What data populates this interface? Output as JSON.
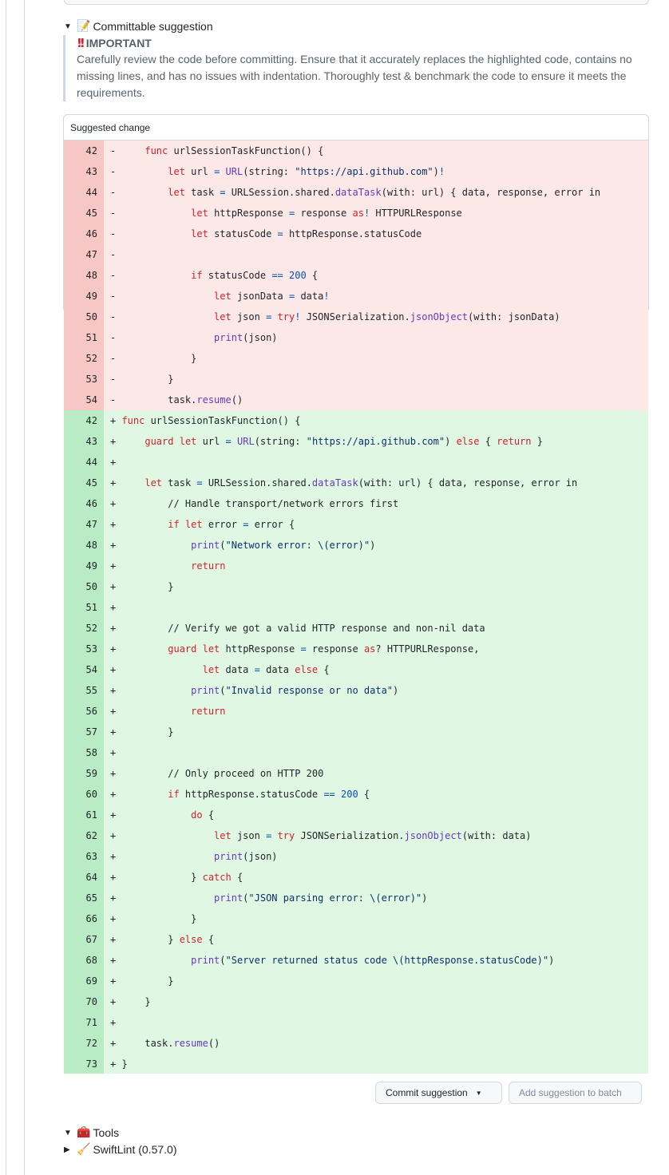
{
  "committable": {
    "label": "Committable suggestion",
    "icon": "memo-icon"
  },
  "alert": {
    "title": "IMPORTANT",
    "icon": "double-exclamation-icon",
    "body": "Carefully review the code before committing. Ensure that it accurately replaces the highlighted code, contains no missing lines, and has no issues with indentation. Thoroughly test & benchmark the code to ensure it meets the requirements."
  },
  "suggested_change": {
    "header": "Suggested change"
  },
  "diff_lines": [
    {
      "type": "del",
      "num": "42",
      "sign": "-",
      "code": "    func urlSessionTaskFunction() {"
    },
    {
      "type": "del",
      "num": "43",
      "sign": "-",
      "code": "        let url = URL(string: \"https://api.github.com\")!"
    },
    {
      "type": "del",
      "num": "44",
      "sign": "-",
      "code": "        let task = URLSession.shared.dataTask(with: url) { data, response, error in"
    },
    {
      "type": "del",
      "num": "45",
      "sign": "-",
      "code": "            let httpResponse = response as! HTTPURLResponse"
    },
    {
      "type": "del",
      "num": "46",
      "sign": "-",
      "code": "            let statusCode = httpResponse.statusCode"
    },
    {
      "type": "del",
      "num": "47",
      "sign": "-",
      "code": ""
    },
    {
      "type": "del",
      "num": "48",
      "sign": "-",
      "code": "            if statusCode == 200 {"
    },
    {
      "type": "del",
      "num": "49",
      "sign": "-",
      "code": "                let jsonData = data!"
    },
    {
      "type": "del",
      "num": "50",
      "sign": "-",
      "code": "                let json = try! JSONSerialization.jsonObject(with: jsonData)"
    },
    {
      "type": "del",
      "num": "51",
      "sign": "-",
      "code": "                print(json)"
    },
    {
      "type": "del",
      "num": "52",
      "sign": "-",
      "code": "            }"
    },
    {
      "type": "del",
      "num": "53",
      "sign": "-",
      "code": "        }"
    },
    {
      "type": "del",
      "num": "54",
      "sign": "-",
      "code": "        task.resume()"
    },
    {
      "type": "add",
      "num": "42",
      "sign": "+",
      "code": "func urlSessionTaskFunction() {"
    },
    {
      "type": "add",
      "num": "43",
      "sign": "+",
      "code": "    guard let url = URL(string: \"https://api.github.com\") else { return }"
    },
    {
      "type": "add",
      "num": "44",
      "sign": "+",
      "code": ""
    },
    {
      "type": "add",
      "num": "45",
      "sign": "+",
      "code": "    let task = URLSession.shared.dataTask(with: url) { data, response, error in"
    },
    {
      "type": "add",
      "num": "46",
      "sign": "+",
      "code": "        // Handle transport/network errors first"
    },
    {
      "type": "add",
      "num": "47",
      "sign": "+",
      "code": "        if let error = error {"
    },
    {
      "type": "add",
      "num": "48",
      "sign": "+",
      "code": "            print(\"Network error: \\(error)\")"
    },
    {
      "type": "add",
      "num": "49",
      "sign": "+",
      "code": "            return"
    },
    {
      "type": "add",
      "num": "50",
      "sign": "+",
      "code": "        }"
    },
    {
      "type": "add",
      "num": "51",
      "sign": "+",
      "code": ""
    },
    {
      "type": "add",
      "num": "52",
      "sign": "+",
      "code": "        // Verify we got a valid HTTP response and non-nil data"
    },
    {
      "type": "add",
      "num": "53",
      "sign": "+",
      "code": "        guard let httpResponse = response as? HTTPURLResponse,"
    },
    {
      "type": "add",
      "num": "54",
      "sign": "+",
      "code": "              let data = data else {"
    },
    {
      "type": "add",
      "num": "55",
      "sign": "+",
      "code": "            print(\"Invalid response or no data\")"
    },
    {
      "type": "add",
      "num": "56",
      "sign": "+",
      "code": "            return"
    },
    {
      "type": "add",
      "num": "57",
      "sign": "+",
      "code": "        }"
    },
    {
      "type": "add",
      "num": "58",
      "sign": "+",
      "code": ""
    },
    {
      "type": "add",
      "num": "59",
      "sign": "+",
      "code": "        // Only proceed on HTTP 200"
    },
    {
      "type": "add",
      "num": "60",
      "sign": "+",
      "code": "        if httpResponse.statusCode == 200 {"
    },
    {
      "type": "add",
      "num": "61",
      "sign": "+",
      "code": "            do {"
    },
    {
      "type": "add",
      "num": "62",
      "sign": "+",
      "code": "                let json = try JSONSerialization.jsonObject(with: data)"
    },
    {
      "type": "add",
      "num": "63",
      "sign": "+",
      "code": "                print(json)"
    },
    {
      "type": "add",
      "num": "64",
      "sign": "+",
      "code": "            } catch {"
    },
    {
      "type": "add",
      "num": "65",
      "sign": "+",
      "code": "                print(\"JSON parsing error: \\(error)\")"
    },
    {
      "type": "add",
      "num": "66",
      "sign": "+",
      "code": "            }"
    },
    {
      "type": "add",
      "num": "67",
      "sign": "+",
      "code": "        } else {"
    },
    {
      "type": "add",
      "num": "68",
      "sign": "+",
      "code": "            print(\"Server returned status code \\(httpResponse.statusCode)\")"
    },
    {
      "type": "add",
      "num": "69",
      "sign": "+",
      "code": "        }"
    },
    {
      "type": "add",
      "num": "70",
      "sign": "+",
      "code": "    }"
    },
    {
      "type": "add",
      "num": "71",
      "sign": "+",
      "code": ""
    },
    {
      "type": "add",
      "num": "72",
      "sign": "+",
      "code": "    task.resume()"
    },
    {
      "type": "add",
      "num": "73",
      "sign": "+",
      "code": "}"
    }
  ],
  "buttons": {
    "commit": "Commit suggestion",
    "add_batch": "Add suggestion to batch"
  },
  "tools": {
    "label": "Tools",
    "icon": "toolbox-icon"
  },
  "swiftlint": {
    "label": "SwiftLint (0.57.0)",
    "icon": "broom-icon"
  },
  "colors": {
    "deletion_bg": "#ffebe9",
    "addition_bg": "#dafbe1",
    "keyword": "#cf222e",
    "function": "#6639ba",
    "string": "#0a3069",
    "important": "#cf222e"
  }
}
